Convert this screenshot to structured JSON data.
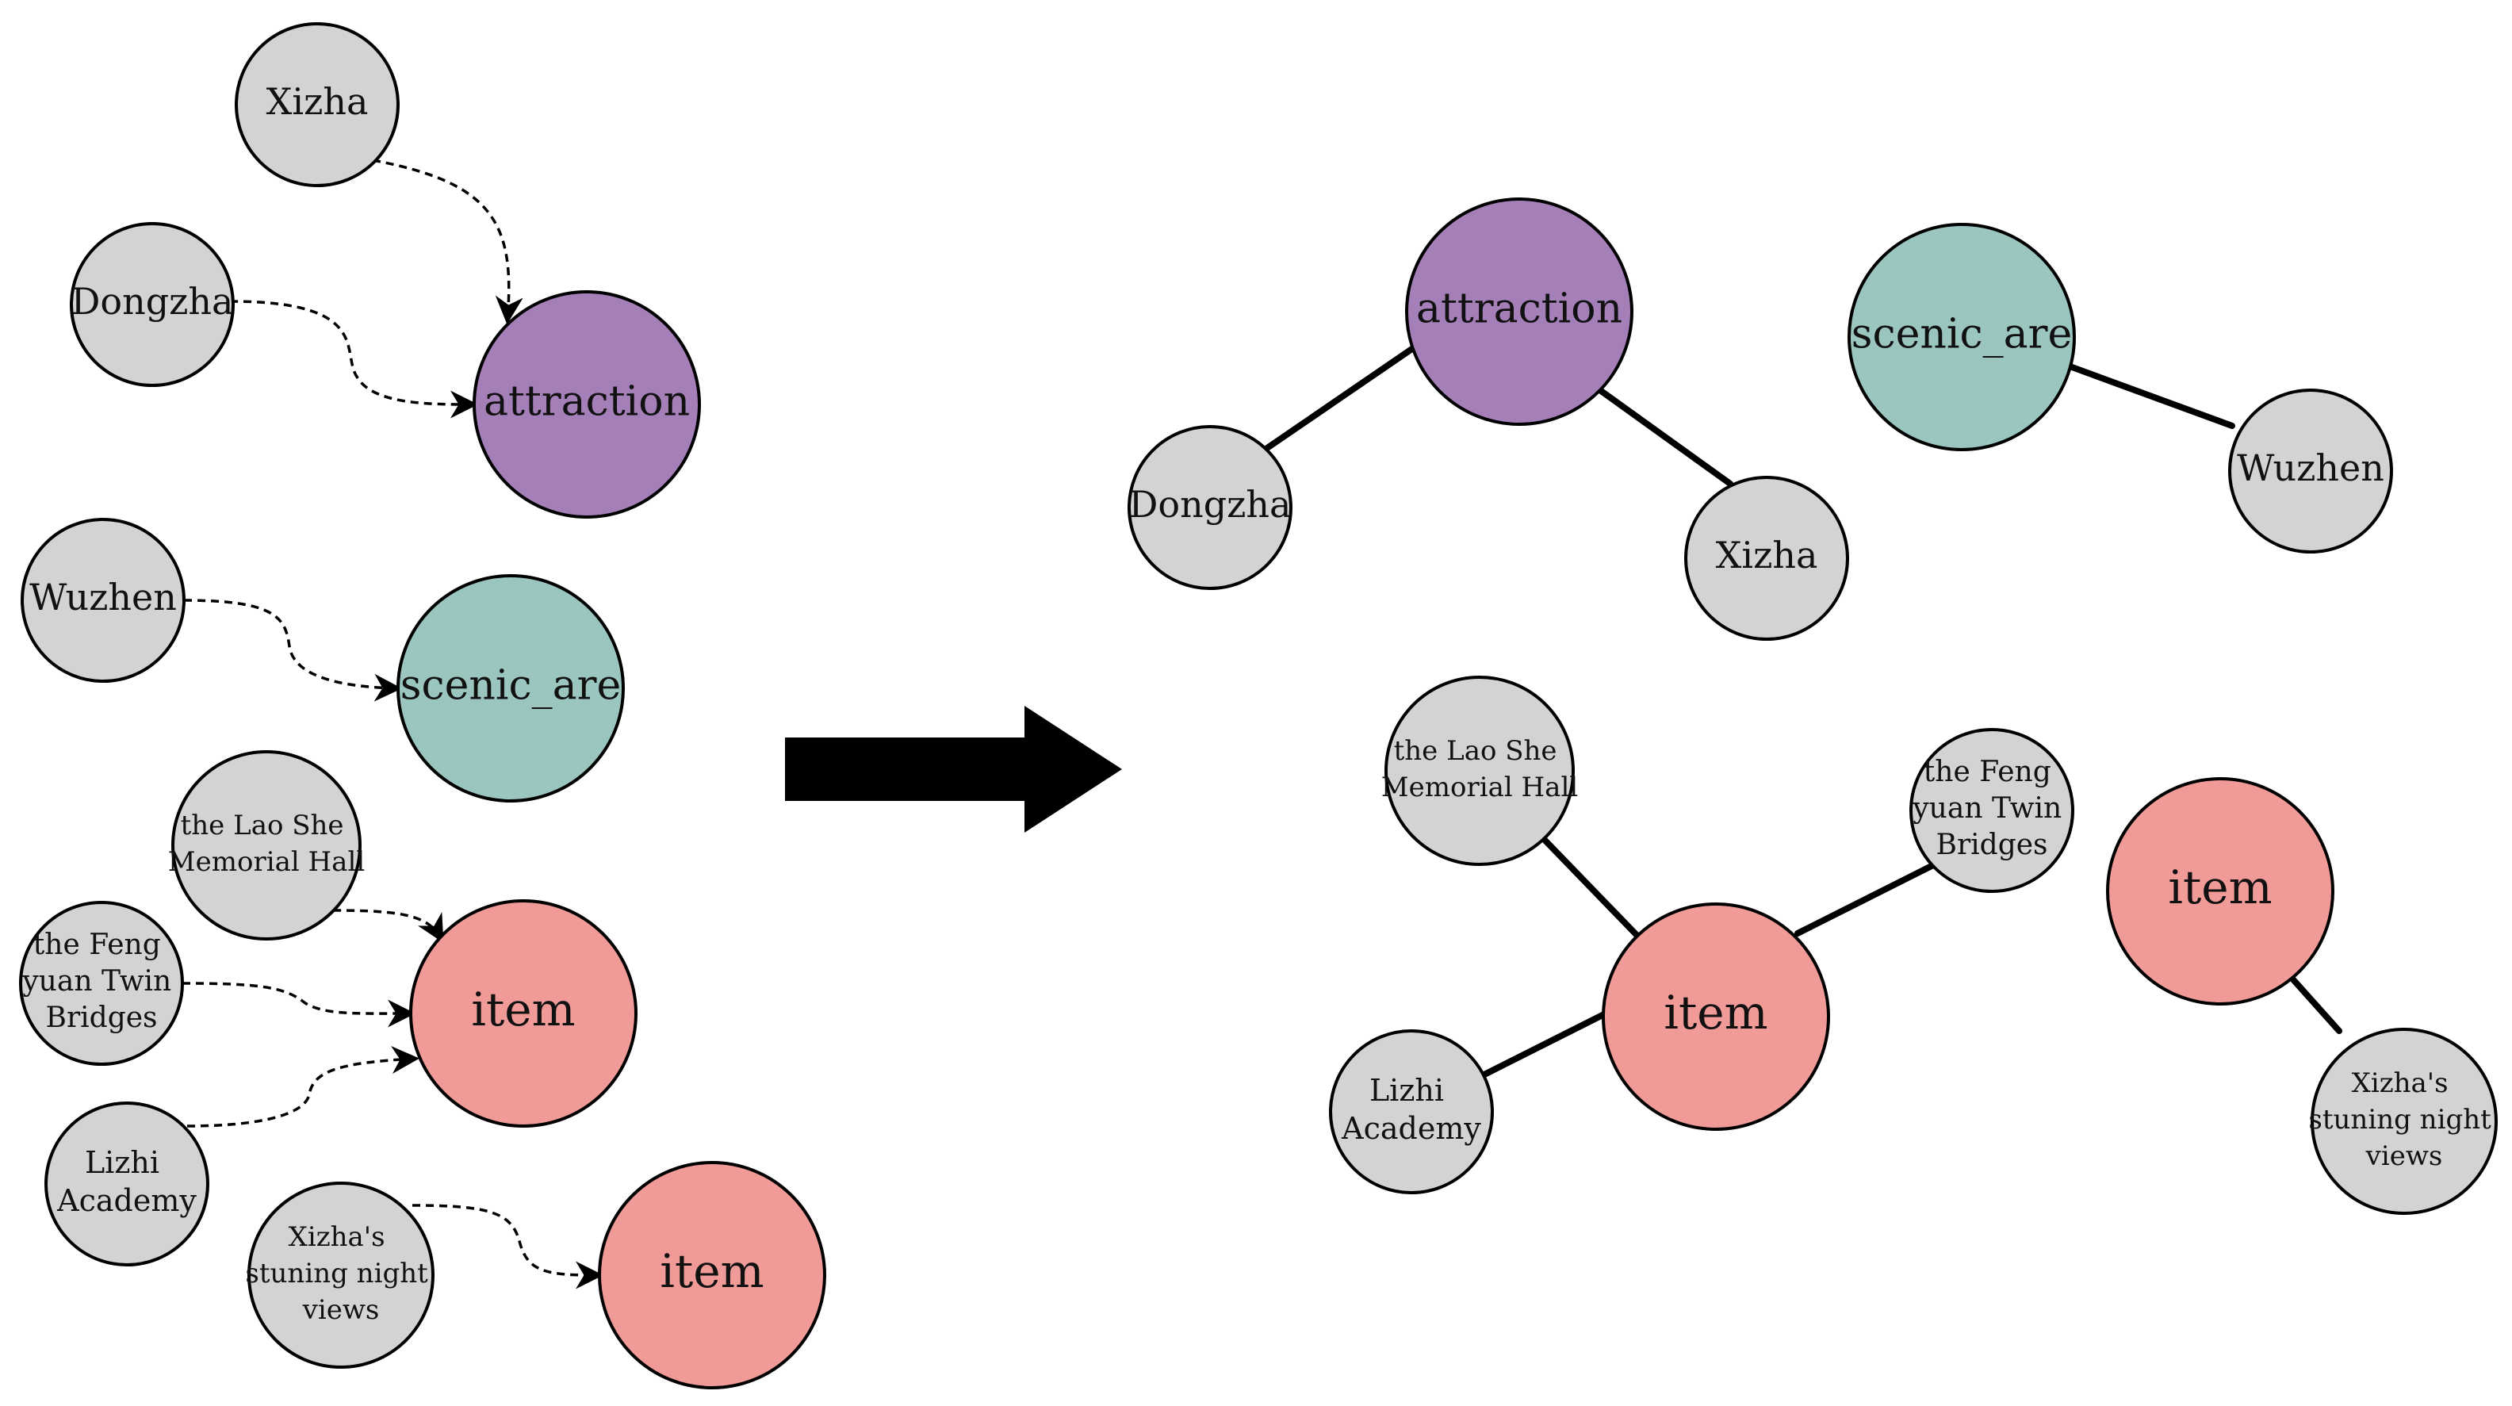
{
  "colors": {
    "attraction": "#a57fb8",
    "scenic": "#9ac6bf",
    "item": "#f09b98",
    "entity": "#d3d3d3",
    "stroke": "#000000"
  },
  "left": {
    "entities": {
      "xizha": "Xizha",
      "dongzha": "Dongzha",
      "wuzhen": "Wuzhen",
      "lao_she": [
        "the Lao She",
        "Memorial Hall"
      ],
      "feng_yuan": [
        "the Feng",
        "yuan Twin",
        "Bridges"
      ],
      "lizhi": [
        "Lizhi",
        "Academy"
      ],
      "night_views": [
        "Xizha's",
        "stuning night",
        "views"
      ]
    },
    "types": {
      "attraction": "attraction",
      "scenic": "scenic_are",
      "item_a": "item",
      "item_b": "item"
    }
  },
  "arrow_icon": "right-arrow-icon",
  "right": {
    "types": {
      "attraction": "attraction",
      "scenic": "scenic_are",
      "item_a": "item",
      "item_b": "item"
    },
    "entities": {
      "dongzha": "Dongzha",
      "xizha": "Xizha",
      "wuzhen": "Wuzhen",
      "lao_she": [
        "the Lao She",
        "Memorial Hall"
      ],
      "feng_yuan": [
        "the Feng",
        "yuan Twin",
        "Bridges"
      ],
      "lizhi": [
        "Lizhi",
        "Academy"
      ],
      "night_views": [
        "Xizha's",
        "stuning night",
        "views"
      ]
    }
  }
}
